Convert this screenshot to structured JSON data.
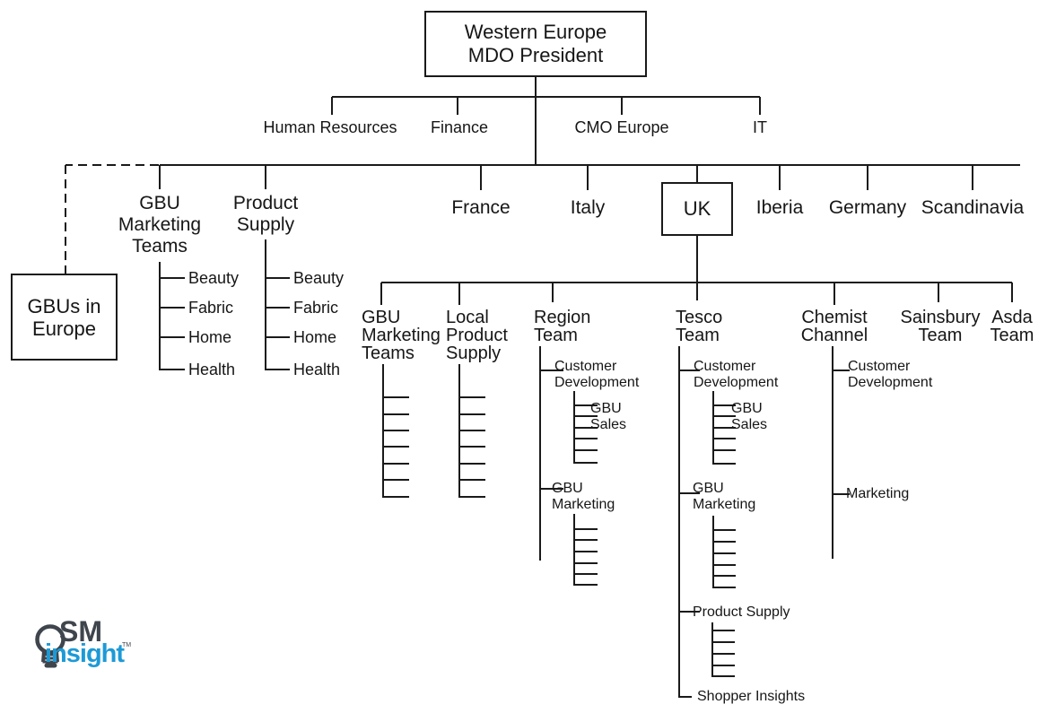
{
  "boxes": {
    "president": "Western Europe\nMDO President",
    "gbus_in_europe": "GBUs in\nEurope",
    "uk": "UK"
  },
  "staff_functions": [
    "Human Resources",
    "Finance",
    "CMO Europe",
    "IT"
  ],
  "countries": [
    "France",
    "Italy",
    "Iberia",
    "Germany",
    "Scandinavia"
  ],
  "left_branches": [
    {
      "label": "GBU\nMarketing\nTeams",
      "children": [
        "Beauty",
        "Fabric",
        "Home",
        "Health"
      ]
    },
    {
      "label": "Product\nSupply",
      "children": [
        "Beauty",
        "Fabric",
        "Home",
        "Health"
      ]
    }
  ],
  "uk_teams": [
    "GBU\nMarketing\nTeams",
    "Local\nProduct\nSupply",
    "Region\nTeam",
    "Tesco\nTeam",
    "Chemist\nChannel",
    "Sainsbury\nTeam",
    "Asda\nTeam"
  ],
  "region_team": {
    "customer_development": "Customer\nDevelopment",
    "gbu_sales": "GBU\nSales",
    "gbu_marketing": "GBU\nMarketing"
  },
  "tesco_team": {
    "customer_development": "Customer\nDevelopment",
    "gbu_sales": "GBU\nSales",
    "gbu_marketing": "GBU\nMarketing",
    "product_supply": "Product Supply",
    "shopper_insights": "Shopper Insights"
  },
  "chemist_channel": {
    "customer_development": "Customer\nDevelopment",
    "marketing": "Marketing"
  },
  "logo": {
    "sm": "SM",
    "insight": "insight",
    "tm": "TM"
  },
  "colors": {
    "line": "#1a1a1a",
    "logo_dark": "#3f454d",
    "logo_blue": "#1d9ad6"
  }
}
